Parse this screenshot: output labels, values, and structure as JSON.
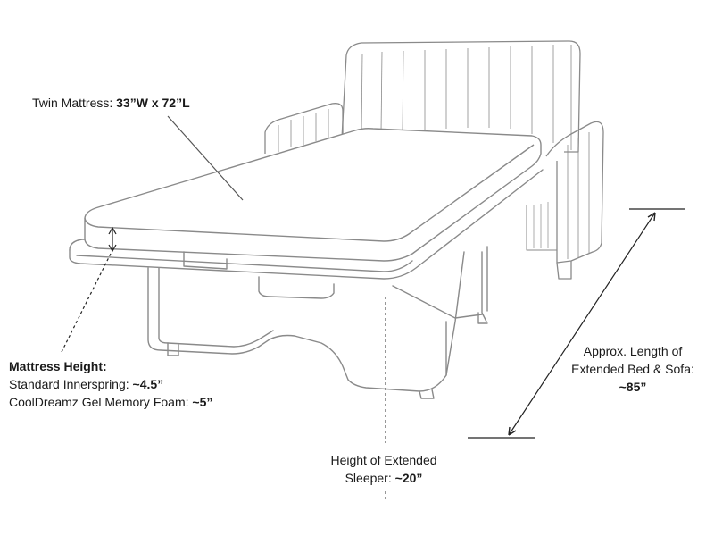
{
  "labels": {
    "twin_mattress": {
      "prefix": "Twin Mattress: ",
      "value": "33”W x 72”L"
    },
    "mattress_height": {
      "heading": "Mattress Height:",
      "innerspring_prefix": "Standard Innerspring: ",
      "innerspring_value": "~4.5”",
      "memory_foam_prefix": "CoolDreamz Gel Memory Foam: ",
      "memory_foam_value": "~5”"
    },
    "length": {
      "line1": "Approx. Length of",
      "line2": "Extended Bed & Sofa:",
      "value": "~85”"
    },
    "sleeper_height": {
      "line1": "Height of Extended",
      "line2_prefix": "Sleeper: ",
      "line2_value": "~20”"
    }
  },
  "colors": {
    "outline": "#8a8a8a",
    "dimension": "#222222",
    "text": "#1a1a1a"
  }
}
